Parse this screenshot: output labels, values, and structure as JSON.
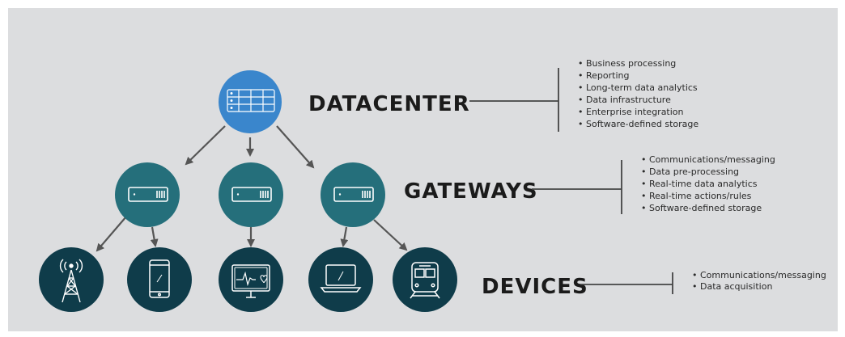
{
  "colors": {
    "background": "#dcdddf",
    "datacenter_node": "#3a86cc",
    "gateway_node": "#256f7b",
    "device_node": "#0f3c4a",
    "connector": "#555555",
    "label_text": "#1b1b1b"
  },
  "tiers": {
    "datacenter": {
      "label": "DATACENTER",
      "icon": "server-rack-icon",
      "bullets": [
        "Business processing",
        "Reporting",
        "Long-term data analytics",
        "Data infrastructure",
        "Enterprise integration",
        "Software-defined storage"
      ]
    },
    "gateways": {
      "label": "GATEWAYS",
      "icon": "gateway-box-icon",
      "bullets": [
        "Communications/messaging",
        "Data pre-processing",
        "Real-time data analytics",
        "Real-time actions/rules",
        "Software-defined storage"
      ]
    },
    "devices": {
      "label": "DEVICES",
      "icons": [
        "cell-tower-icon",
        "smartphone-icon",
        "heart-monitor-icon",
        "laptop-icon",
        "train-icon"
      ],
      "bullets": [
        "Communications/messaging",
        "Data acquisition"
      ]
    }
  }
}
